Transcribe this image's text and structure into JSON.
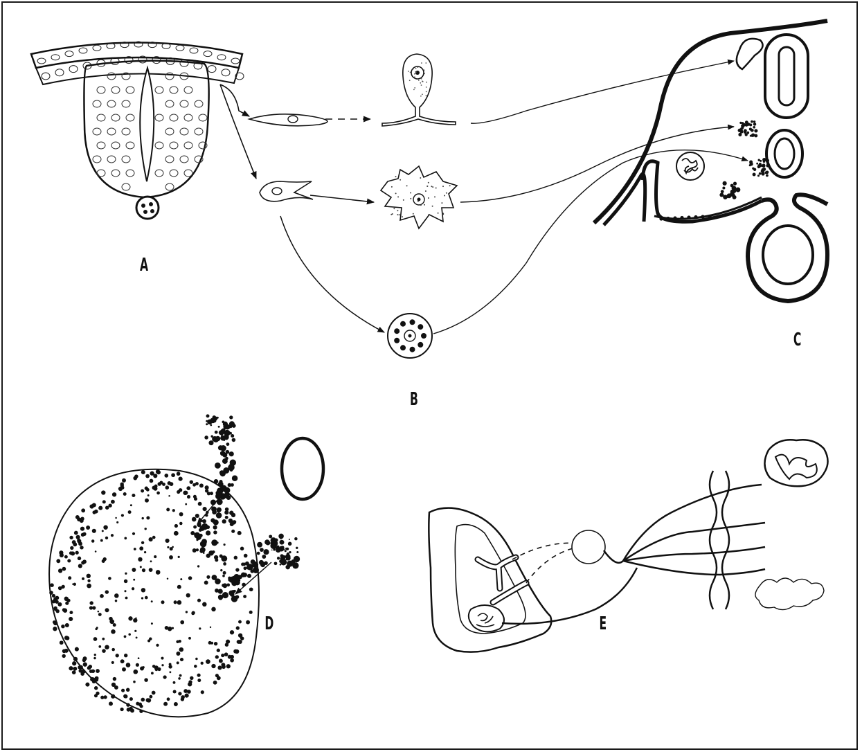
{
  "panels": {
    "a": {
      "label": "A"
    },
    "b": {
      "label": "B"
    },
    "c": {
      "label": "C"
    },
    "d": {
      "label": "D"
    },
    "e": {
      "label": "E"
    }
  },
  "colors": {
    "ink": "#111111",
    "background": "#ffffff"
  }
}
